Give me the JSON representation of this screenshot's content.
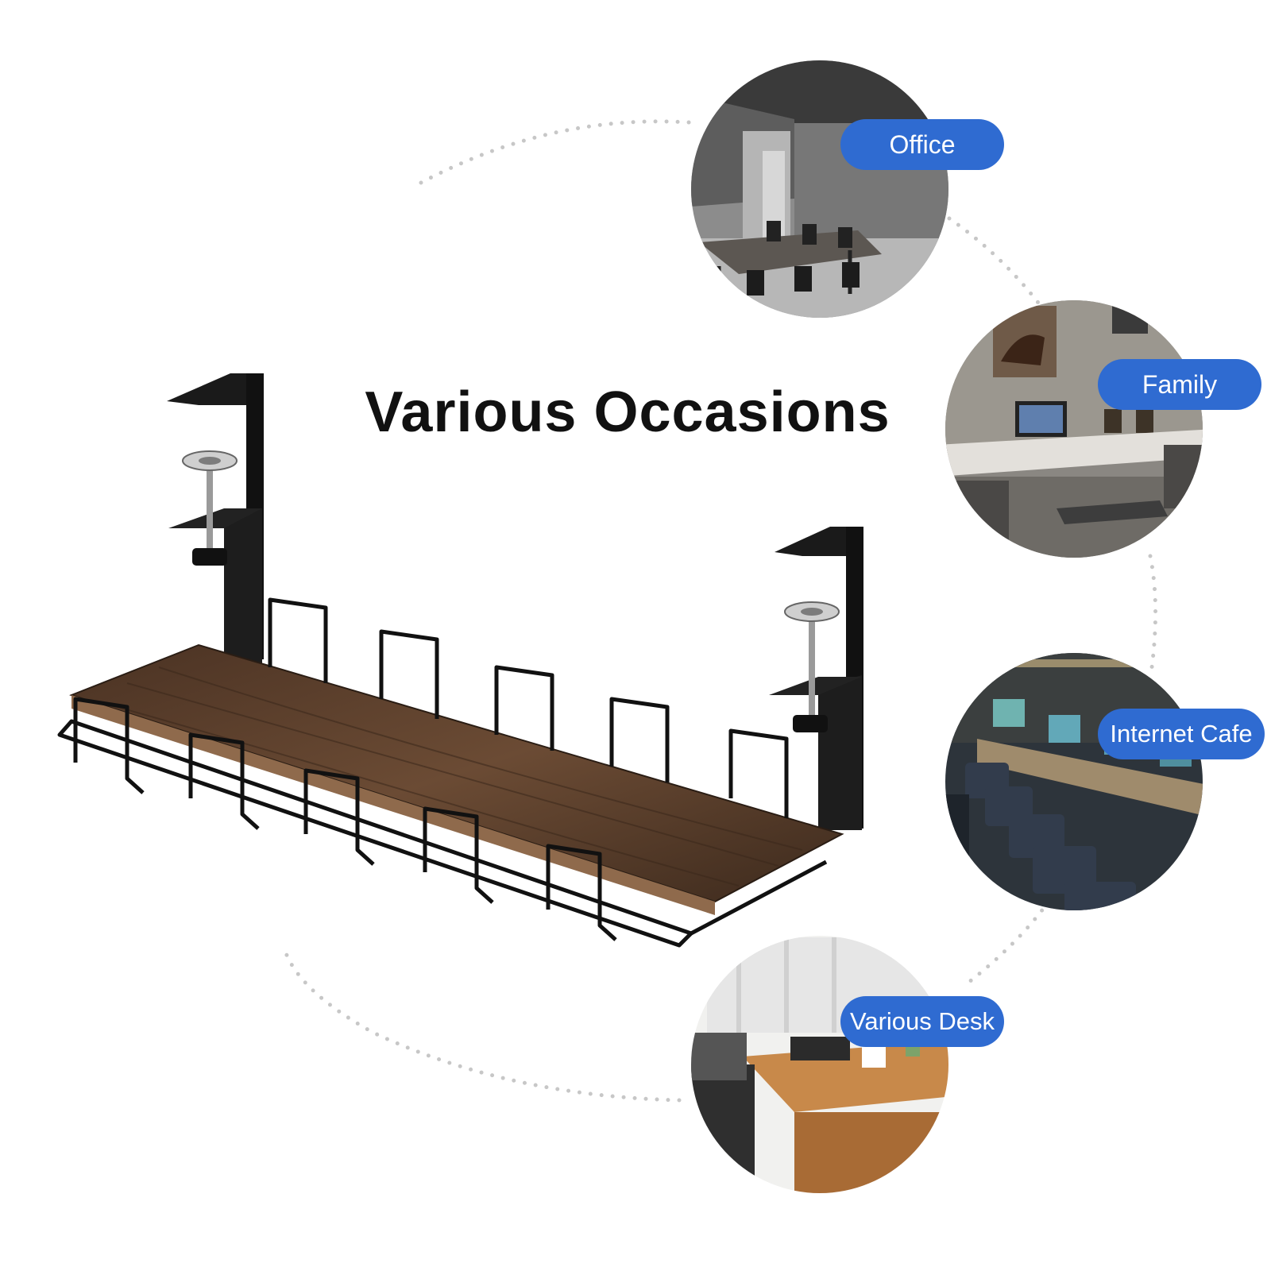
{
  "title": "Various Occasions",
  "colors": {
    "accent": "#2f6bd1",
    "wood": "#5a3f2c",
    "metal": "#111111"
  },
  "occasions": [
    {
      "label": "Office"
    },
    {
      "label": "Family"
    },
    {
      "label": "Internet Cafe"
    },
    {
      "label": "Various Desk"
    }
  ]
}
